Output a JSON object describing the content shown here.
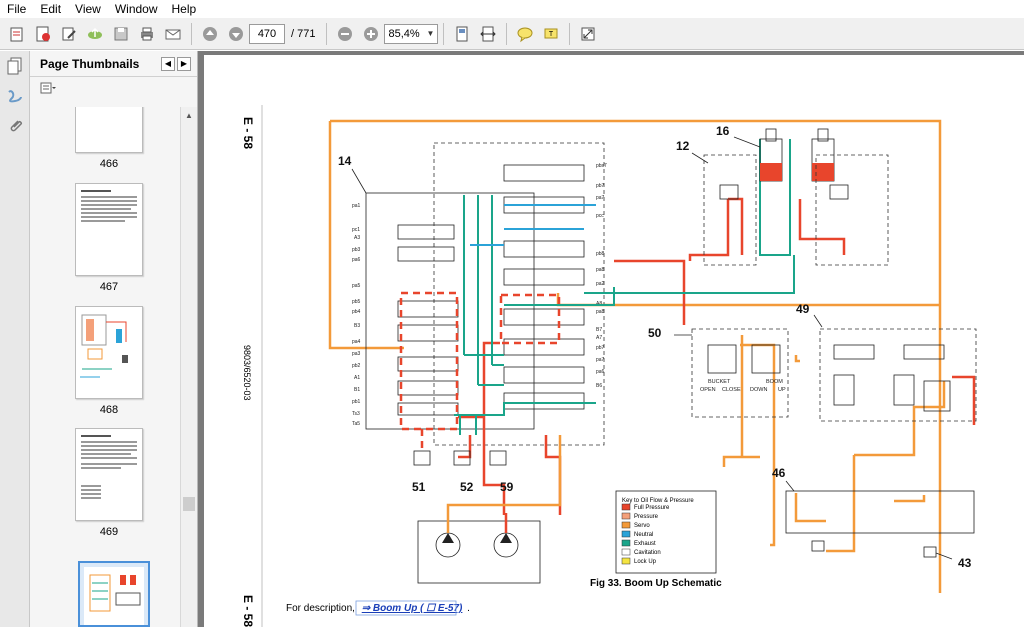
{
  "menu": [
    "File",
    "Edit",
    "View",
    "Window",
    "Help"
  ],
  "toolbar": {
    "current_page": "470",
    "total_pages": "/ 771",
    "zoom": "85,4%"
  },
  "thumbnails": {
    "panel_title": "Page Thumbnails",
    "pages": [
      {
        "label": "466"
      },
      {
        "label": "467"
      },
      {
        "label": "468"
      },
      {
        "label": "469"
      }
    ]
  },
  "document": {
    "side_header_top": "E - 58",
    "side_header_bottom": "E - 58",
    "side_code": "9803/6520-03",
    "figure_caption": "Fig 33. Boom Up Schematic",
    "description_prefix": "For description,",
    "description_link": "⇒ Boom Up ( ☐ E-57)",
    "description_suffix": ".",
    "callouts": [
      "14",
      "12",
      "16",
      "50",
      "49",
      "51",
      "52",
      "59",
      "46",
      "43"
    ],
    "valve_labels": {
      "open": "OPEN",
      "close": "CLOSE",
      "bucket": "BUCKET",
      "boom": "BOOM",
      "down": "DOWN",
      "up": "UP"
    },
    "legend": {
      "title": "Key to Oil Flow & Pressure",
      "items": [
        {
          "label": "Full Pressure",
          "color": "#e8452c"
        },
        {
          "label": "Pressure",
          "color": "#f4a07a"
        },
        {
          "label": "Servo",
          "color": "#f39a3a"
        },
        {
          "label": "Neutral",
          "color": "#2ba3d8"
        },
        {
          "label": "Exhaust",
          "color": "#1aa58a"
        },
        {
          "label": "Cavitation",
          "color": "#ffffff"
        },
        {
          "label": "Lock Up",
          "color": "#f4e441"
        }
      ]
    }
  },
  "colors": {
    "full_pressure": "#e8452c",
    "servo": "#f39a3a",
    "exhaust": "#1aa58a",
    "neutral": "#2ba3d8"
  }
}
